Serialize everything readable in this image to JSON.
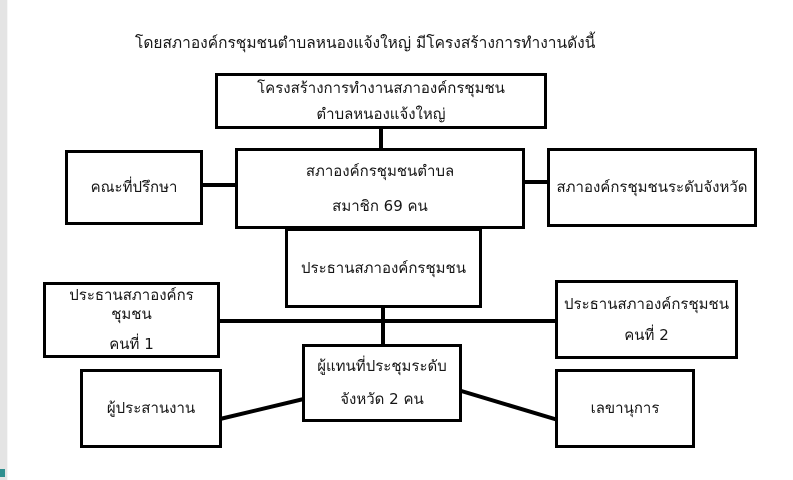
{
  "title": "โดยสภาองค์กรชุมชนตำบลหนองแจ้งใหญ่ มีโครงสร้างการทำงานดังนี้",
  "boxes": {
    "structure": {
      "line1": "โครงสร้างการทำงานสภาองค์กรชุมชน",
      "line2": "ตำบลหนองแจ้งใหญ่"
    },
    "advisors": {
      "line1": "คณะที่ปรึกษา"
    },
    "council": {
      "line1": "สภาองค์กรชุมชนตำบล",
      "line2": "สมาชิก 69 คน"
    },
    "provincial": {
      "line1": "สภาองค์กรชุมชนระดับจังหวัด"
    },
    "chairman": {
      "line1": "ประธานสภาองค์กรชุมชน"
    },
    "chairman1": {
      "line1": "ประธานสภาองค์กรชุมชน",
      "line2": "คนที่ 1"
    },
    "chairman2": {
      "line1": "ประธานสภาองค์กรชุมชน",
      "line2": "คนที่ 2"
    },
    "delegates": {
      "line1": "ผู้แทนที่ประชุมระดับ",
      "line2": "จังหวัด 2 คน"
    },
    "coordinator": {
      "line1": "ผู้ประสานงาน"
    },
    "secretary": {
      "line1": "เลขานุการ"
    }
  },
  "colors": {
    "box_border": "#000000",
    "connector_line": "#000000",
    "page_background": "#ffffff",
    "edge_strip": "#e4e4e4",
    "corner_mark": "#2f8f8f"
  }
}
